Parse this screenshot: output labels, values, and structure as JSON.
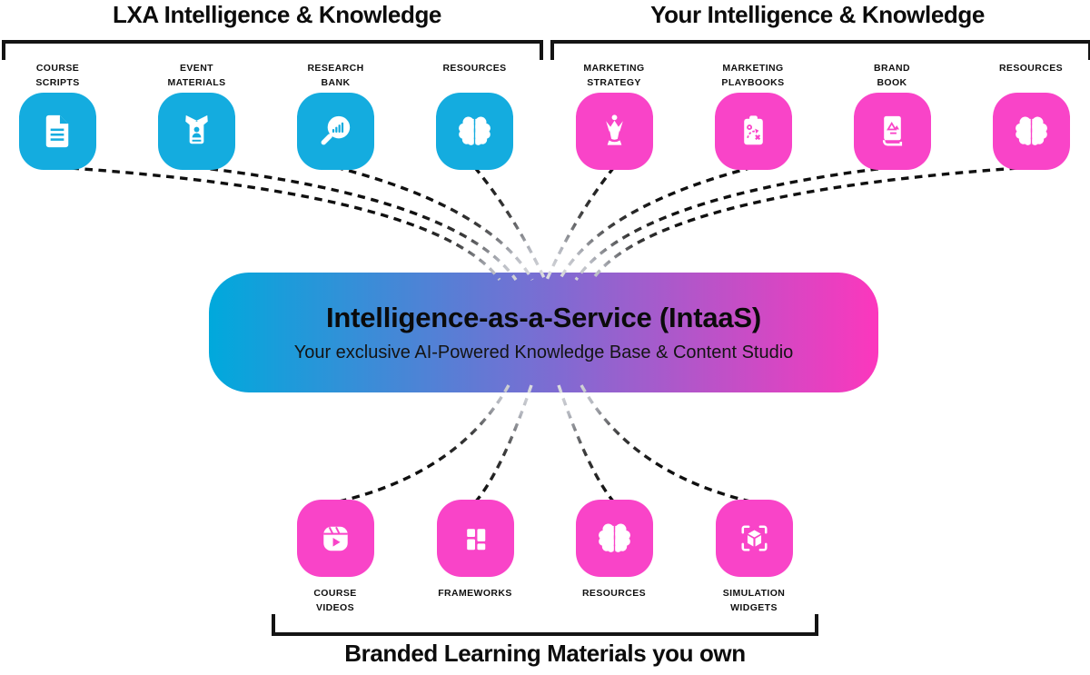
{
  "colors": {
    "tile_blue": "#14ACDF",
    "tile_pink": "#F944C8",
    "gradient_left": "#00A9DC",
    "gradient_mid": "#7F6BD2",
    "gradient_right": "#FC37BD",
    "line": "#101010",
    "heading": "#0C0C0C"
  },
  "top_left": {
    "title": "LXA Intelligence & Knowledge",
    "items": [
      {
        "label": "COURSE\nSCRIPTS",
        "icon": "document-icon"
      },
      {
        "label": "EVENT\nMATERIALS",
        "icon": "id-badge-icon"
      },
      {
        "label": "RESEARCH\nBANK",
        "icon": "search-analytics-icon"
      },
      {
        "label": "RESOURCES",
        "icon": "brain-icon"
      }
    ]
  },
  "top_right": {
    "title": "Your Intelligence & Knowledge",
    "items": [
      {
        "label": "MARKETING\nSTRATEGY",
        "icon": "chess-queen-icon"
      },
      {
        "label": "MARKETING\nPLAYBOOKS",
        "icon": "strategy-clipboard-icon"
      },
      {
        "label": "BRAND\nBOOK",
        "icon": "brand-book-icon"
      },
      {
        "label": "RESOURCES",
        "icon": "brain-icon"
      }
    ]
  },
  "bottom": {
    "title": "Branded Learning Materials you own",
    "items": [
      {
        "label": "COURSE\nVIDEOS",
        "icon": "video-reels-icon"
      },
      {
        "label": "FRAMEWORKS",
        "icon": "frameworks-grid-icon"
      },
      {
        "label": "RESOURCES",
        "icon": "brain-icon"
      },
      {
        "label": "SIMULATION\nWIDGETS",
        "icon": "simulation-cube-icon"
      }
    ]
  },
  "center": {
    "title": "Intelligence-as-a-Service (IntaaS)",
    "subtitle": "Your exclusive AI-Powered Knowledge Base & Content Studio"
  }
}
